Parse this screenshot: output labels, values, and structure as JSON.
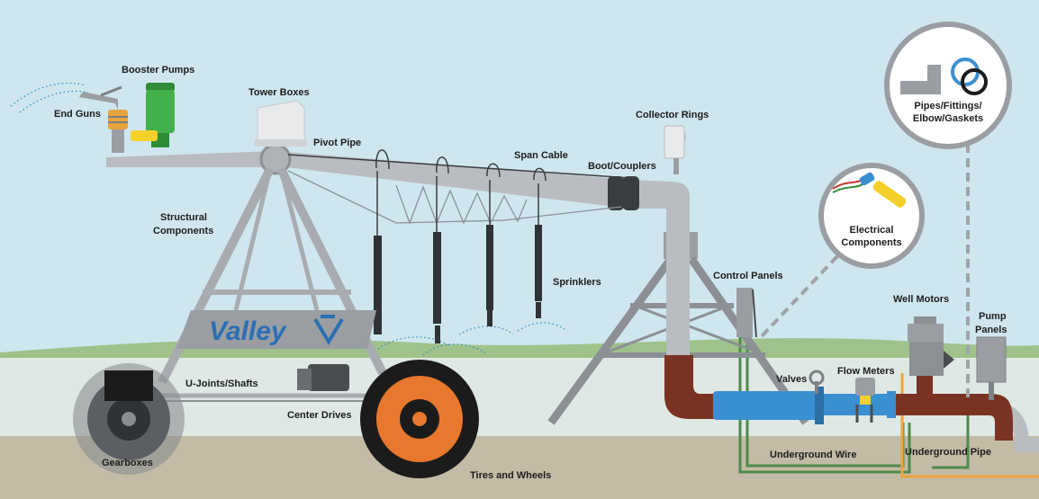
{
  "brand": {
    "logo_text": "Valley",
    "logo_color": "#2b6fb3"
  },
  "colors": {
    "sky": "#cfe6ef",
    "ground": "#c3bba5",
    "grass": "#9ec28a",
    "steel": "#b9bcc0",
    "steel_dark": "#7d8186",
    "pipe_brown": "#7a3322",
    "pipe_blue": "#3a8fd0",
    "tire": "#1b1b1b",
    "rim": "#e8782d",
    "wire_green": "#4e8a4b",
    "wire_orange": "#f0a33a",
    "pump_green": "#43b14b"
  },
  "labels": {
    "end_guns": "End Guns",
    "booster_pumps": "Booster Pumps",
    "tower_boxes": "Tower Boxes",
    "pivot_pipe": "Pivot Pipe",
    "span_cable": "Span Cable",
    "collector_rings": "Collector Rings",
    "boot_couplers": "Boot/Couplers",
    "structural_components": [
      "Structural",
      "Components"
    ],
    "sprinklers": "Sprinklers",
    "control_panels": "Control Panels",
    "well_motors": "Well Motors",
    "pump_panels": [
      "Pump",
      "Panels"
    ],
    "u_joints_shafts": "U-Joints/Shafts",
    "center_drives": "Center Drives",
    "valves": "Valves",
    "flow_meters": "Flow Meters",
    "gearboxes": "Gearboxes",
    "tires_and_wheels": "Tires and Wheels",
    "underground_wire": "Underground Wire",
    "underground_pipe": "Underground Pipe"
  },
  "callouts": {
    "pipes": [
      "Pipes/Fittings/",
      "Elbow/Gaskets"
    ],
    "electrical": [
      "Electrical",
      "Components"
    ]
  }
}
